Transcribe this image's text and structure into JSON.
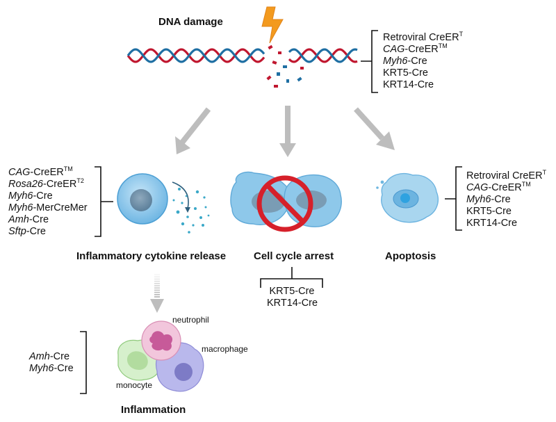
{
  "title": "DNA damage",
  "outcomes": {
    "inflammatory": "Inflammatory cytokine release",
    "arrest": "Cell cycle arrest",
    "apoptosis": "Apoptosis",
    "inflammation": "Inflammation"
  },
  "cells": {
    "neutrophil": "neutrophil",
    "macrophage": "macrophage",
    "monocyte": "monocyte"
  },
  "lists": {
    "dna_damage": [
      {
        "i": "",
        "n": "Retroviral CreER",
        "s": "T"
      },
      {
        "i": "CAG",
        "n": "-CreER",
        "s": "TM"
      },
      {
        "i": "Myh6",
        "n": "-Cre",
        "s": ""
      },
      {
        "i": "",
        "n": "KRT5-Cre",
        "s": ""
      },
      {
        "i": "",
        "n": "KRT14-Cre",
        "s": ""
      }
    ],
    "inflammatory": [
      {
        "i": "CAG",
        "n": "-CreER",
        "s": "TM"
      },
      {
        "i": "Rosa26",
        "n": "-CreER",
        "s": "T2"
      },
      {
        "i": "Myh6",
        "n": "-Cre",
        "s": ""
      },
      {
        "i": "Myh6",
        "n": "-MerCreMer",
        "s": ""
      },
      {
        "i": "Amh",
        "n": "-Cre",
        "s": ""
      },
      {
        "i": "Sftp",
        "n": "-Cre",
        "s": ""
      }
    ],
    "apoptosis": [
      {
        "i": "",
        "n": "Retroviral CreER",
        "s": "T"
      },
      {
        "i": "CAG",
        "n": "-CreER",
        "s": "TM"
      },
      {
        "i": "Myh6",
        "n": "-Cre",
        "s": ""
      },
      {
        "i": "",
        "n": "KRT5-Cre",
        "s": ""
      },
      {
        "i": "",
        "n": "KRT14-Cre",
        "s": ""
      }
    ],
    "arrest": [
      {
        "i": "",
        "n": "KRT5-Cre",
        "s": ""
      },
      {
        "i": "",
        "n": "KRT14-Cre",
        "s": ""
      }
    ],
    "inflammation": [
      {
        "i": "Amh",
        "n": "-Cre",
        "s": ""
      },
      {
        "i": "Myh6",
        "n": "-Cre",
        "s": ""
      }
    ]
  },
  "colors": {
    "dna_red": "#c0172f",
    "dna_blue": "#1f6fa3",
    "lightning": "#f39a1e",
    "arrow_gray": "#bdbdbd",
    "cell_blue": "#8cc7ea",
    "no_sign": "#d6202a",
    "neutrophil": "#f2b8d6",
    "macrophage": "#b9b8ec",
    "monocyte": "#d6f0cc"
  }
}
